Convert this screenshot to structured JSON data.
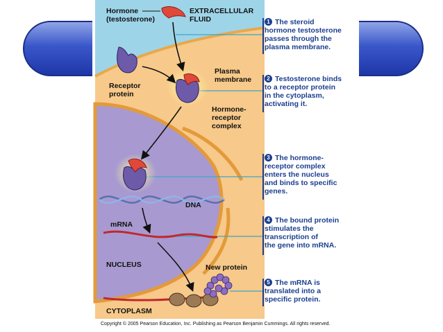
{
  "labels": {
    "hormone": "Hormone\n(testosterone)",
    "extracellular_fluid": "EXTRACELLULAR\nFLUID",
    "plasma_membrane": "Plasma\nmembrane",
    "receptor_protein": "Receptor\nprotein",
    "hormone_receptor_complex": "Hormone-\nreceptor\ncomplex",
    "dna": "DNA",
    "mrna": "mRNA",
    "nucleus": "NUCLEUS",
    "new_protein": "New protein",
    "cytoplasm": "CYTOPLASM"
  },
  "steps": [
    {
      "number": "1",
      "text": "The steroid\nhormone testosterone\npasses through the\nplasma membrane."
    },
    {
      "number": "2",
      "text": "Testosterone binds\nto a receptor protein\nin the cytoplasm,\nactivating it."
    },
    {
      "number": "3",
      "text": "The hormone-\nreceptor complex\nenters the nucleus\nand binds to specific\ngenes."
    },
    {
      "number": "4",
      "text": "The bound protein\nstimulates the\ntranscription of\nthe gene into mRNA."
    },
    {
      "number": "5",
      "text": "The mRNA is\ntranslated into a\nspecific protein."
    }
  ],
  "copyright": "Copyright © 2005 Pearson Education, Inc. Publishing as Pearson Benjamin Cummings. All rights reserved.",
  "colors": {
    "extracellular": "#9ed4e8",
    "cytoplasm": "#f7c98a",
    "nucleus": "#a89ad0",
    "hormone": "#e0493a",
    "receptor": "#6d5aa8",
    "callout_text": "#1c3f8f",
    "leader_line": "#3aa6c9",
    "slide_pill": "#3a57c9"
  }
}
